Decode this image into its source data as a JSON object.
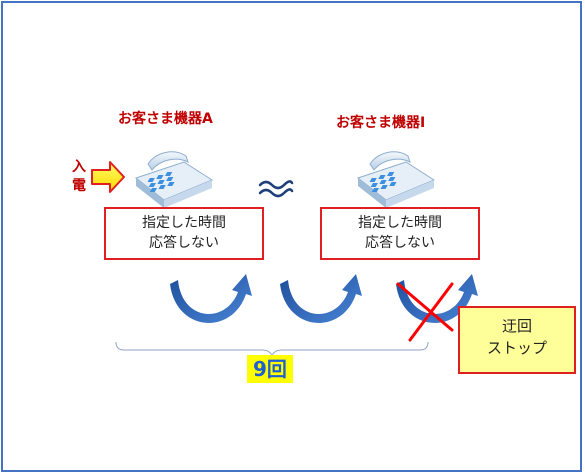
{
  "diagram": {
    "device_a_label": "お客さま機器A",
    "device_i_label": "お客さま機器I",
    "incoming_label": "入電",
    "status_a": [
      "指定した時間",
      "応答しない"
    ],
    "status_i": [
      "指定した時間",
      "応答しない"
    ],
    "count_label": "9回",
    "detour_stop": [
      "迂回",
      "ストップ"
    ]
  },
  "colors": {
    "frame": "#4472c4",
    "label_red": "#c00000",
    "box_border": "#e02020",
    "arrow_blue": "#2f5fa8",
    "yellow": "#ffff00",
    "callout_fill": "#ffff99"
  },
  "icons": [
    "phone-icon",
    "incoming-arrow-icon",
    "wavy-ellipsis-icon",
    "curved-arrow-icon",
    "stop-x-icon"
  ]
}
